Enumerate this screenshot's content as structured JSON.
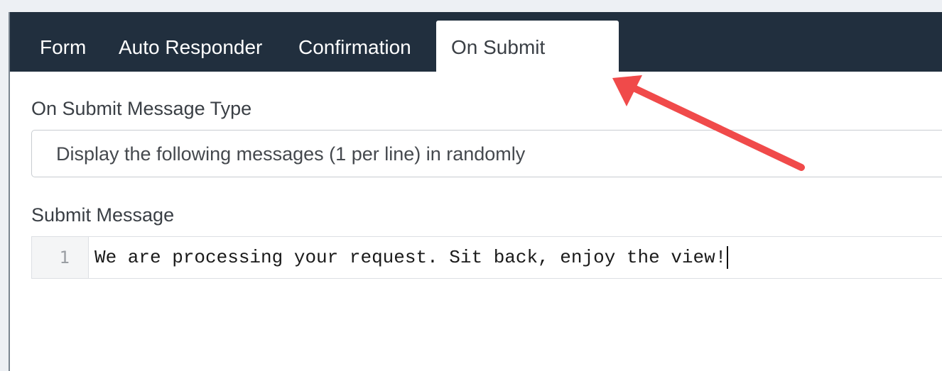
{
  "tabs": {
    "form": "Form",
    "auto_responder": "Auto Responder",
    "confirmation": "Confirmation",
    "on_submit": "On Submit",
    "active": "on_submit"
  },
  "fields": {
    "message_type_label": "On Submit Message Type",
    "message_type_value": "Display the following messages (1 per line) in randomly",
    "submit_message_label": "Submit Message"
  },
  "editor": {
    "line_number": "1",
    "line_text": "We are processing your request. Sit back, enjoy the view!"
  },
  "colors": {
    "tabbar_bg": "#212f3e",
    "annotation_arrow": "#f04a4a"
  }
}
